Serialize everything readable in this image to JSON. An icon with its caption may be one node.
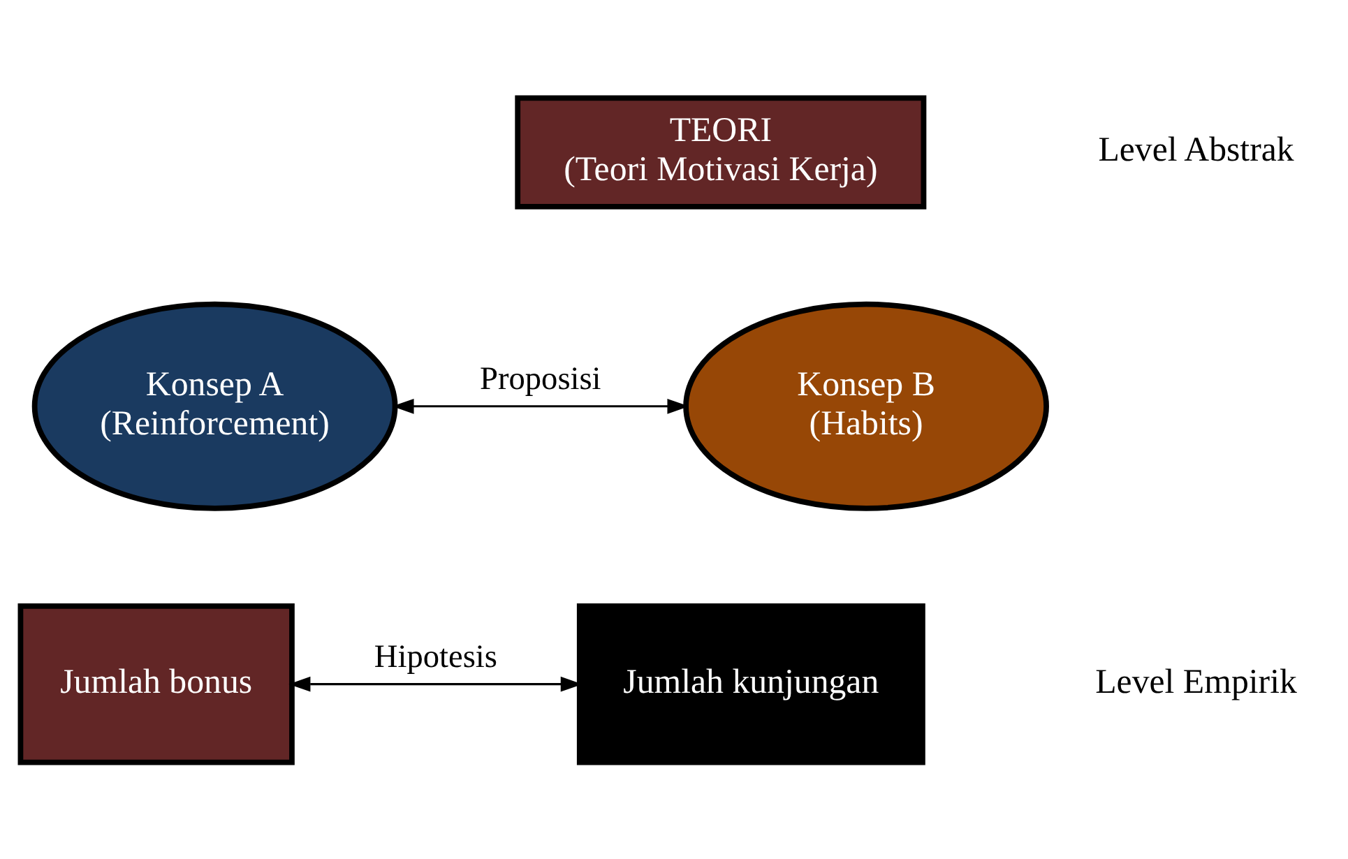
{
  "diagram": {
    "nodes": [
      {
        "text": [
          "TEORI",
          "(Teori Motivasi Kerja)"
        ]
      },
      {
        "text": [
          "Konsep A",
          "(Reinforcement)"
        ]
      },
      {
        "text": [
          "Konsep B",
          "(Habits)"
        ]
      },
      {
        "text": [
          "Jumlah bonus"
        ]
      },
      {
        "text": [
          "Jumlah kunjungan"
        ]
      }
    ],
    "edges": [
      {
        "from": 1,
        "to": 2,
        "arrow": "both",
        "label": "Proposisi"
      },
      {
        "from": 3,
        "to": 4,
        "arrow": "both",
        "label": "Hipotesis"
      }
    ],
    "labels": [
      "Level Abstrak",
      "Level Empirik"
    ]
  }
}
